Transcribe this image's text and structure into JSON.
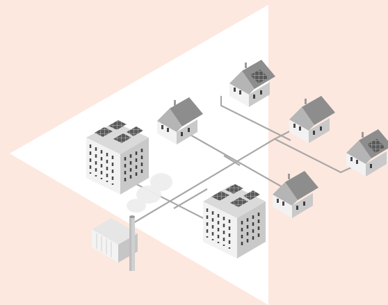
{
  "illustration": {
    "subject": "microgrid-network",
    "colors": {
      "background": "#fde8df",
      "triangle": "#ffffff",
      "line": "#a8a8a8",
      "roof": "#8d8d8d",
      "roof_light": "#b5b5b5",
      "wall_light": "#f2f2f2",
      "wall_dark": "#c9c9c9",
      "window": "#4a4a4a",
      "solar_panel": "#5a5a5a"
    },
    "counts": {
      "houses": 5,
      "apartment_buildings": 2,
      "power_plants": 1
    },
    "icons": [
      "house-icon",
      "apartment-building-icon",
      "power-plant-icon",
      "solar-panel-icon",
      "smoke-icon"
    ]
  }
}
